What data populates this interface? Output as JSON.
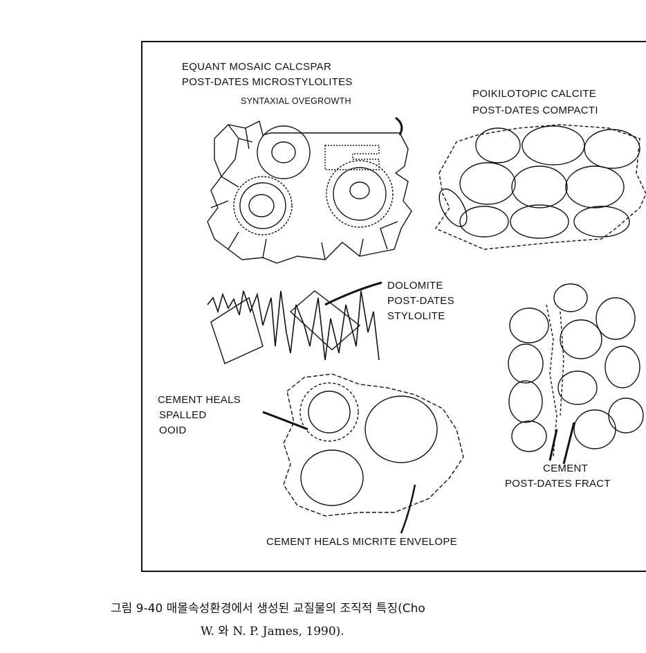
{
  "figure": {
    "labels": {
      "equant_line1": "EQUANT MOSAIC CALCSPAR",
      "equant_line2": "POST-DATES MICROSTYLOLITES",
      "syntaxial": "SYNTAXIAL OVEGROWTH",
      "poikilotopic_line1": "POIKILOTOPIC CALCITE",
      "poikilotopic_line2": "POST-DATES COMPACTI",
      "dolomite_line1": "DOLOMITE",
      "dolomite_line2": "POST-DATES",
      "dolomite_line3": "STYLOLITE",
      "cement_heals_line1": "CEMENT HEALS",
      "cement_heals_line2": "SPALLED",
      "cement_heals_line3": "OOID",
      "cement_fract_line1": "CEMENT",
      "cement_fract_line2": "POST-DATES FRACT",
      "micrite": "CEMENT HEALS MICRITE ENVELOPE"
    }
  },
  "caption": {
    "line1": "그림 9-40  매몰속성환경에서 생성된 교질물의 조직적 특징(Cho",
    "line2": "W. 와  N. P. James, 1990)."
  }
}
